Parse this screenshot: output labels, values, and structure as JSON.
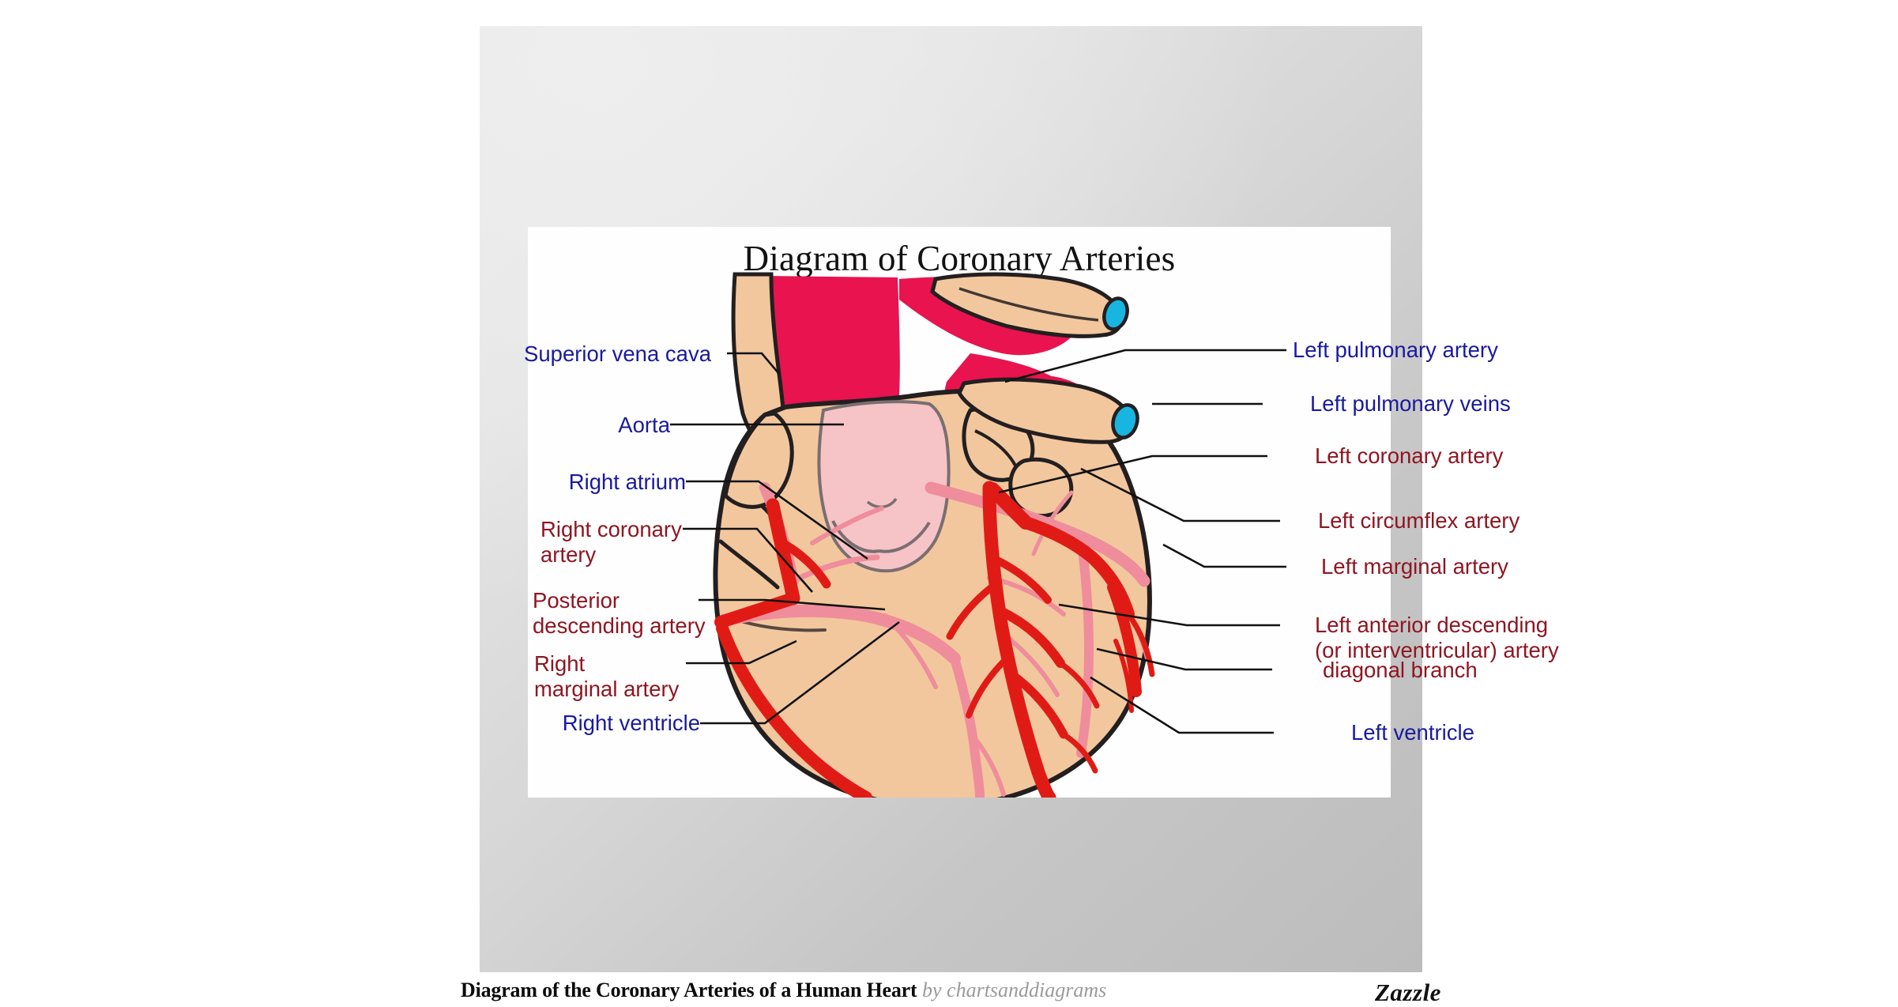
{
  "poster": {
    "title": "Diagram of Coronary Arteries",
    "labels_left": [
      {
        "id": "superior-vena-cava",
        "text": "Superior vena cava",
        "color": "blue"
      },
      {
        "id": "aorta",
        "text": "Aorta",
        "color": "blue"
      },
      {
        "id": "right-atrium",
        "text": "Right atrium",
        "color": "blue"
      },
      {
        "id": "right-coronary-artery",
        "text": "Right coronary\nartery",
        "color": "dark-red"
      },
      {
        "id": "posterior-descending-artery",
        "text": "Posterior\ndescending artery",
        "color": "dark-red"
      },
      {
        "id": "right-marginal-artery",
        "text": "Right\nmarginal artery",
        "color": "dark-red"
      },
      {
        "id": "right-ventricle",
        "text": "Right ventricle",
        "color": "blue"
      }
    ],
    "labels_right": [
      {
        "id": "left-pulmonary-artery",
        "text": "Left pulmonary artery",
        "color": "blue"
      },
      {
        "id": "left-pulmonary-veins",
        "text": "Left pulmonary veins",
        "color": "blue"
      },
      {
        "id": "left-coronary-artery",
        "text": "Left coronary artery",
        "color": "dark-red"
      },
      {
        "id": "left-circumflex-artery",
        "text": "Left circumflex artery",
        "color": "dark-red"
      },
      {
        "id": "left-marginal-artery",
        "text": "Left marginal artery",
        "color": "dark-red"
      },
      {
        "id": "left-anterior-descending-artery",
        "text": "Left anterior descending\n(or interventricular) artery",
        "color": "dark-red"
      },
      {
        "id": "diagonal-branch",
        "text": "diagonal branch",
        "color": "dark-red"
      },
      {
        "id": "left-ventricle",
        "text": "Left ventricle",
        "color": "blue"
      }
    ],
    "colors": {
      "label_blue": "#1a1a9e",
      "label_dark_red": "#8e1622",
      "myocardium_tan": "#f2c79d",
      "aorta_crimson": "#e8134f",
      "pulmonary_trunk_pink": "#f6c3c7",
      "artery_red": "#e01b15",
      "vein_pink": "#ef8d9c",
      "vessel_lumen_cyan": "#18b5e0",
      "outline_black": "#231f20",
      "panel_background": "#fefefe"
    }
  },
  "caption": {
    "title": "Diagram of the Coronary Arteries of a Human Heart",
    "by": "by chartsanddiagrams"
  },
  "brand": {
    "name": "Zazzle"
  }
}
